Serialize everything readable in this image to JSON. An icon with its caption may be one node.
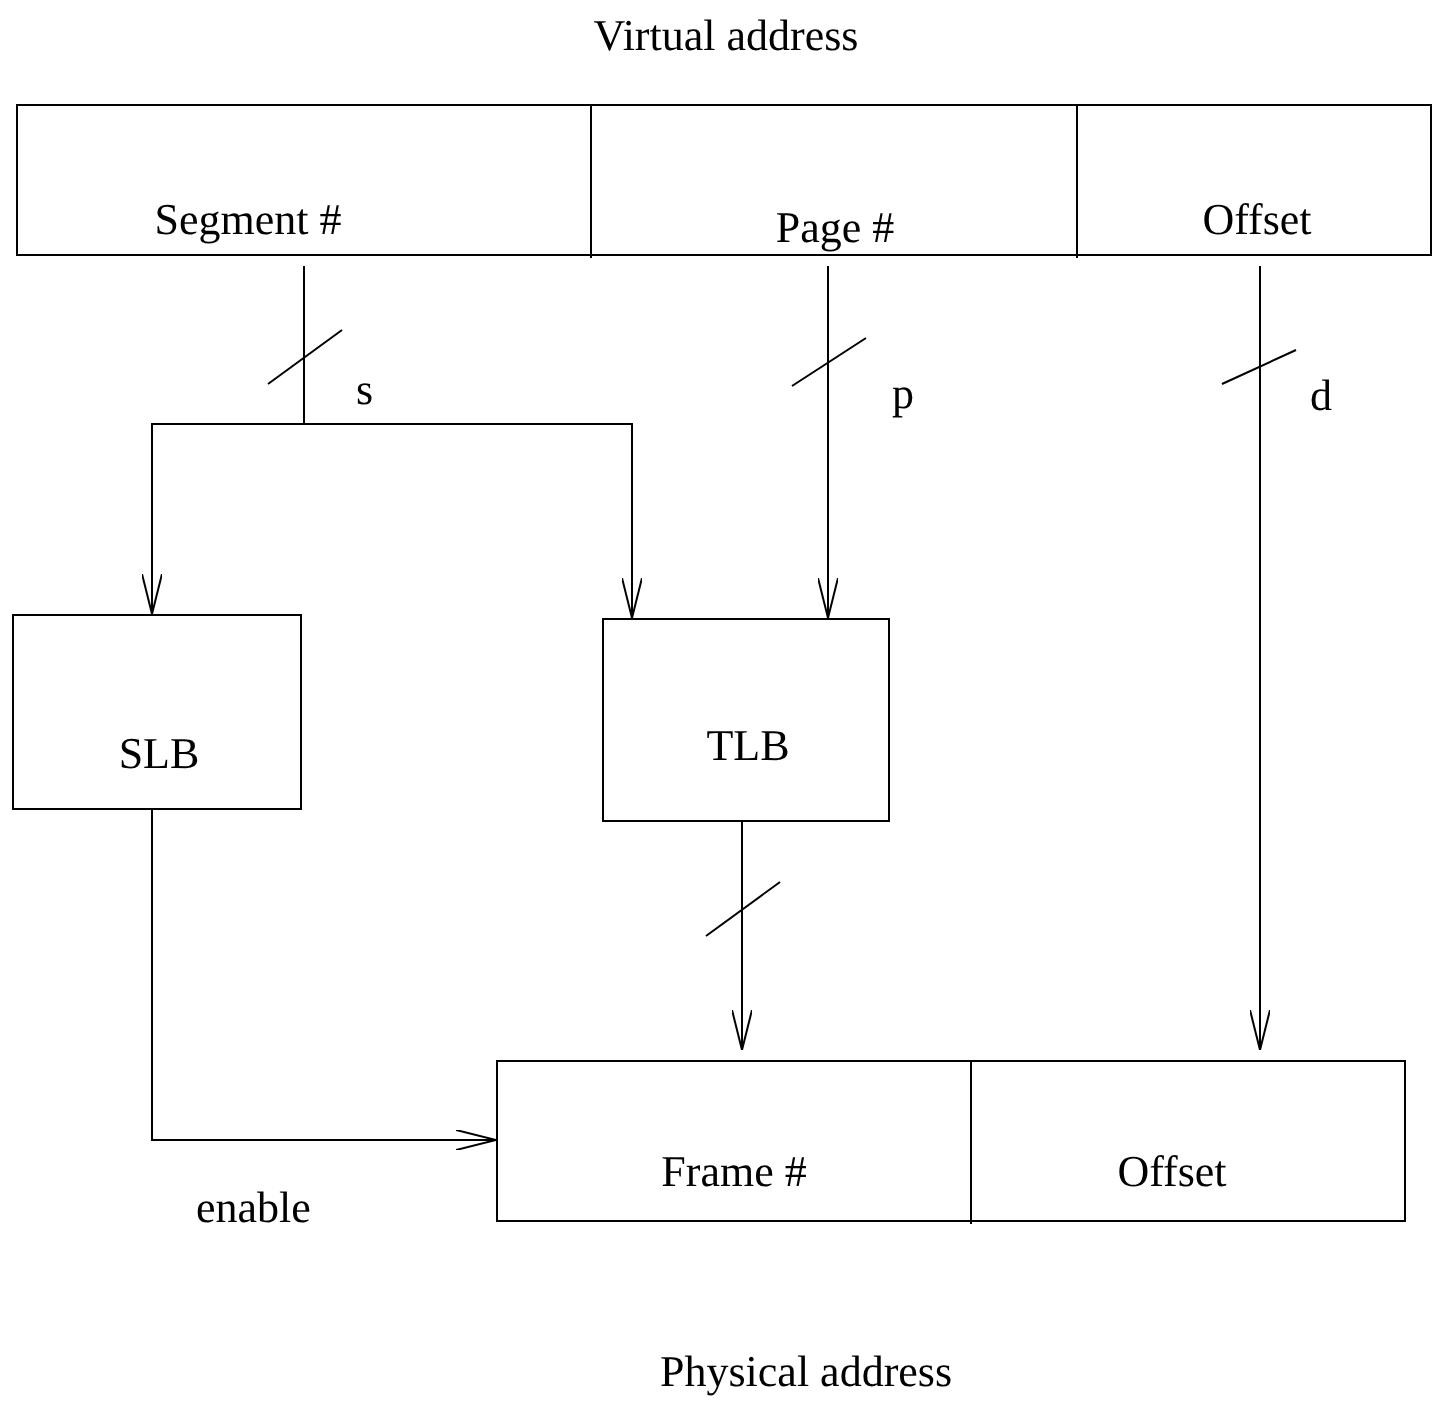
{
  "diagram": {
    "nodes": [
      {
        "text": [
          "Virtual address"
        ]
      },
      {
        "text": [
          "Segment #"
        ],
        "in": 0
      },
      {
        "text": [
          "Page #"
        ],
        "in": 0
      },
      {
        "text": [
          "Offset"
        ],
        "in": 0
      },
      {
        "text": [
          "SLB"
        ]
      },
      {
        "text": [
          "TLB"
        ]
      },
      {
        "text": [],
        "shape": "box"
      },
      {
        "text": [
          "Frame #"
        ],
        "in": 6
      },
      {
        "text": [
          "Offset"
        ],
        "in": 6
      }
    ],
    "edges": [
      {
        "from": 1,
        "to": 4,
        "arrow": "to"
      },
      {
        "from": 1,
        "to": 5,
        "arrow": "to"
      },
      {
        "from": 2,
        "to": 5,
        "arrow": "to"
      },
      {
        "from": 3,
        "to": 8,
        "arrow": "to"
      },
      {
        "from": 5,
        "to": 7,
        "arrow": "to"
      },
      {
        "from": 4,
        "to": 7,
        "arrow": "to",
        "label": "enable"
      }
    ],
    "labels": [
      "s",
      "p",
      "d",
      "Physical address"
    ]
  }
}
